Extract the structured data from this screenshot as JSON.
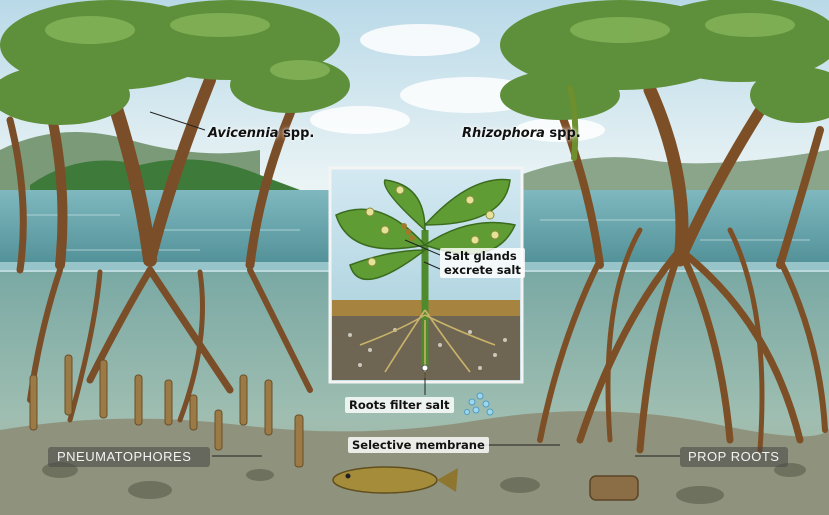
{
  "labels": {
    "avicennia": {
      "genus": "Avicennia",
      "rest": " spp."
    },
    "rhizophora": {
      "genus": "Rhizophora",
      "rest": " spp."
    },
    "salt_glands_line1": "Salt glands",
    "salt_glands_line2": "excrete salt",
    "roots_filter": "Roots filter salt",
    "membrane": "Selective membrane",
    "pneumatophores": "PNEUMATOPHORES",
    "prop_roots": "PROP ROOTS"
  },
  "colors": {
    "sky": "#cfe6ef",
    "water": "#5f9fa6",
    "underwater": "#8fb7b0",
    "sediment": "#9a9a86",
    "foliage": "#5c8f3c",
    "bark": "#8a5a2e"
  }
}
